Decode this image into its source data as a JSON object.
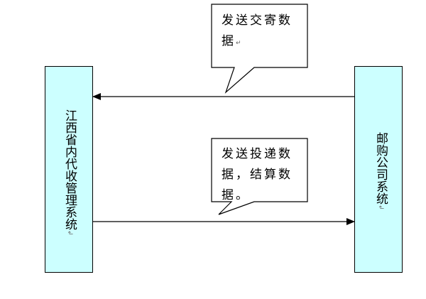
{
  "left_box": {
    "label": "江西省内代收管理系统",
    "mark": "↲"
  },
  "right_box": {
    "label": "邮购公司系统",
    "mark": "↲"
  },
  "callout_top": {
    "line1": "发送交寄数",
    "line2": "据",
    "mark": "↵"
  },
  "callout_bottom": {
    "line1": "发送投递数",
    "line2": "据，结算数",
    "line3": "据。"
  },
  "colors": {
    "box_fill": "#ccffff",
    "stroke": "#000000",
    "callout_fill": "#ffffff"
  }
}
